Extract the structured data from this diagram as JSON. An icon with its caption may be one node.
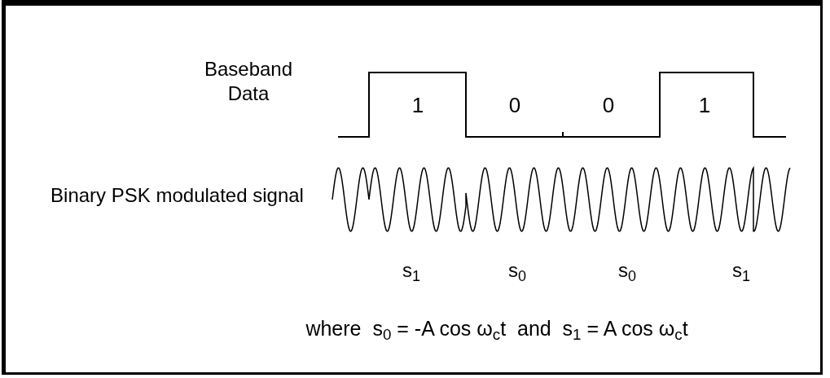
{
  "diagram": {
    "labels": [
      "Baseband Data",
      "1",
      "0",
      "0",
      "1",
      "Binary PSK modulated signal",
      "s$_{1}$",
      "s$_{0}$",
      "s$_{0}$",
      "s$_{1}$",
      "where  s$_{0}$ = -A cos ω$_{c}$t  and  s$_{1}$ = A cos ω$_{c}$t"
    ]
  }
}
